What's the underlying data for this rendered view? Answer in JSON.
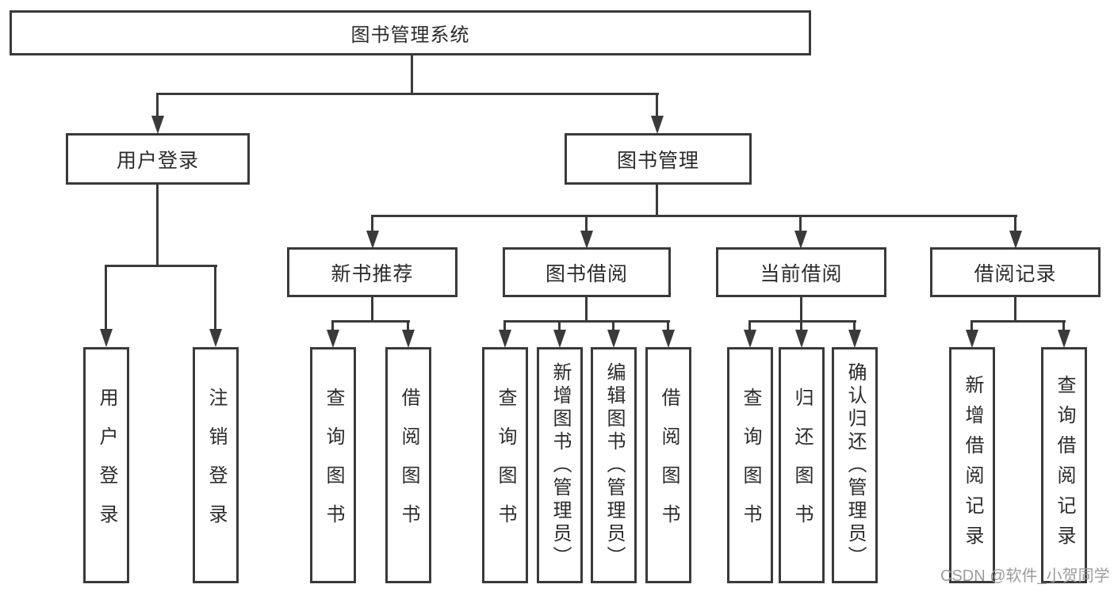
{
  "title_box": "图书管理系统",
  "branches": {
    "user_login": {
      "label": "用户登录",
      "children": [
        "用户登录",
        "注销登录"
      ]
    },
    "book_mgmt": {
      "label": "图书管理",
      "sections": {
        "new_book": {
          "label": "新书推荐",
          "children": [
            "查询图书",
            "借阅图书"
          ]
        },
        "book_borrow": {
          "label": "图书借阅",
          "children": [
            "查询图书",
            "新增图书（管理员）",
            "编辑图书（管理员）",
            "借阅图书"
          ]
        },
        "current_borrow": {
          "label": "当前借阅",
          "children": [
            "查询图书",
            "归还图书",
            "确认归还（管理员）"
          ]
        },
        "borrow_records": {
          "label": "借阅记录",
          "children": [
            "新增借阅记录",
            "查询借阅记录"
          ]
        }
      }
    }
  },
  "watermark": "CSDN @软件_小贺同学",
  "colors": {
    "line": "#3a3a3a",
    "text": "#2b2b2b",
    "watermark": "#9c9c9c",
    "background": "#ffffff"
  }
}
